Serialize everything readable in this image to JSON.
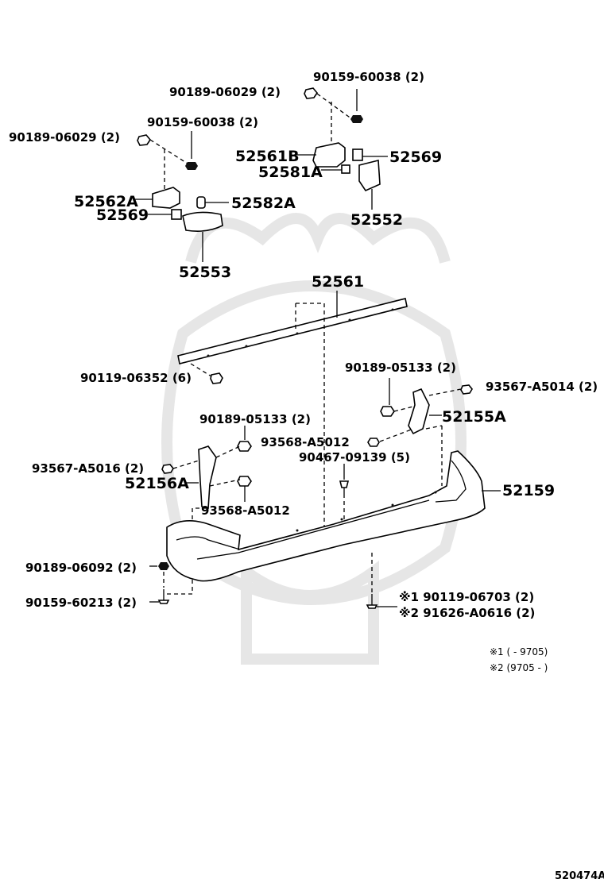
{
  "diagram": {
    "labels": {
      "l01": "90159-60038 (2)",
      "l02": "90189-06029 (2)",
      "l03": "90159-60038 (2)",
      "l04": "90189-06029 (2)",
      "l05": "52561B",
      "l06": "52569",
      "l07": "52581A",
      "l08": "52562A",
      "l09": "52582A",
      "l10": "52569",
      "l11": "52552",
      "l12": "52553",
      "l13": "52561",
      "l14": "90119-06352 (6)",
      "l15": "90189-05133 (2)",
      "l16": "93567-A5014 (2)",
      "l17": "52155A",
      "l18": "90189-05133 (2)",
      "l19": "93568-A5012",
      "l20": "90467-09139 (5)",
      "l21": "93567-A5016 (2)",
      "l22": "52156A",
      "l23": "52159",
      "l24": "93568-A5012",
      "l25": "90189-06092 (2)",
      "l26": "90159-60213 (2)",
      "l27": "※1 90119-06703 (2)",
      "l28": "※2 91626-A0616 (2)"
    },
    "notes": {
      "n1": "※1 (      - 9705)",
      "n2": "※2 (9705 -      )"
    },
    "diagram_code": "520474A"
  }
}
